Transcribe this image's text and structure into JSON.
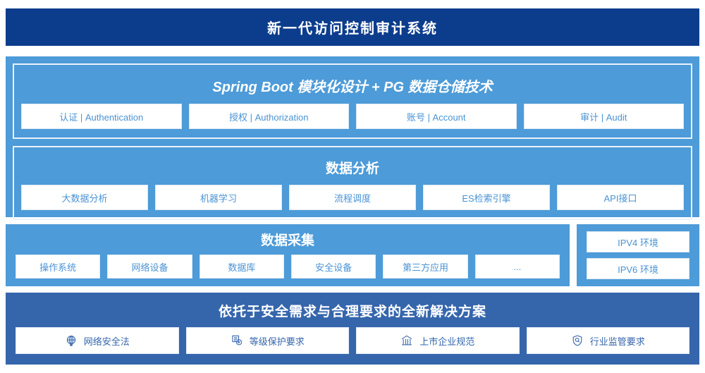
{
  "header": {
    "title": "新一代访问控制审计系统",
    "bg_color": "#0c3d8d"
  },
  "application_layer": {
    "bg_color": "#4d9bd8",
    "groups": [
      {
        "title": "Spring Boot 模块化设计 + PG 数据仓储技术",
        "style": "italic",
        "items": [
          "认证 | Authentication",
          "授权 | Authorization",
          "账号 | Account",
          "审计 | Audit"
        ]
      },
      {
        "title": "数据分析",
        "style": "normal",
        "items": [
          "大数据分析",
          "机器学习",
          "流程调度",
          "ES检索引擎",
          "API接口"
        ]
      }
    ]
  },
  "data_collection": {
    "title": "数据采集",
    "bg_color": "#4d9bd8",
    "items": [
      "操作系统",
      "网络设备",
      "数据库",
      "安全设备",
      "第三方应用",
      "..."
    ]
  },
  "environment": {
    "bg_color": "#4d9bd8",
    "items": [
      "IPV4 环境",
      "IPV6 环境"
    ]
  },
  "solution": {
    "title": "依托于安全需求与合理要求的全新解决方案",
    "bg_color": "#3566ac",
    "items": [
      {
        "icon": "globe-icon",
        "label": "网络安全法"
      },
      {
        "icon": "document-check-icon",
        "label": "等级保护要求"
      },
      {
        "icon": "bank-building-icon",
        "label": "上市企业规范"
      },
      {
        "icon": "shield-search-icon",
        "label": "行业监管要求"
      }
    ]
  }
}
